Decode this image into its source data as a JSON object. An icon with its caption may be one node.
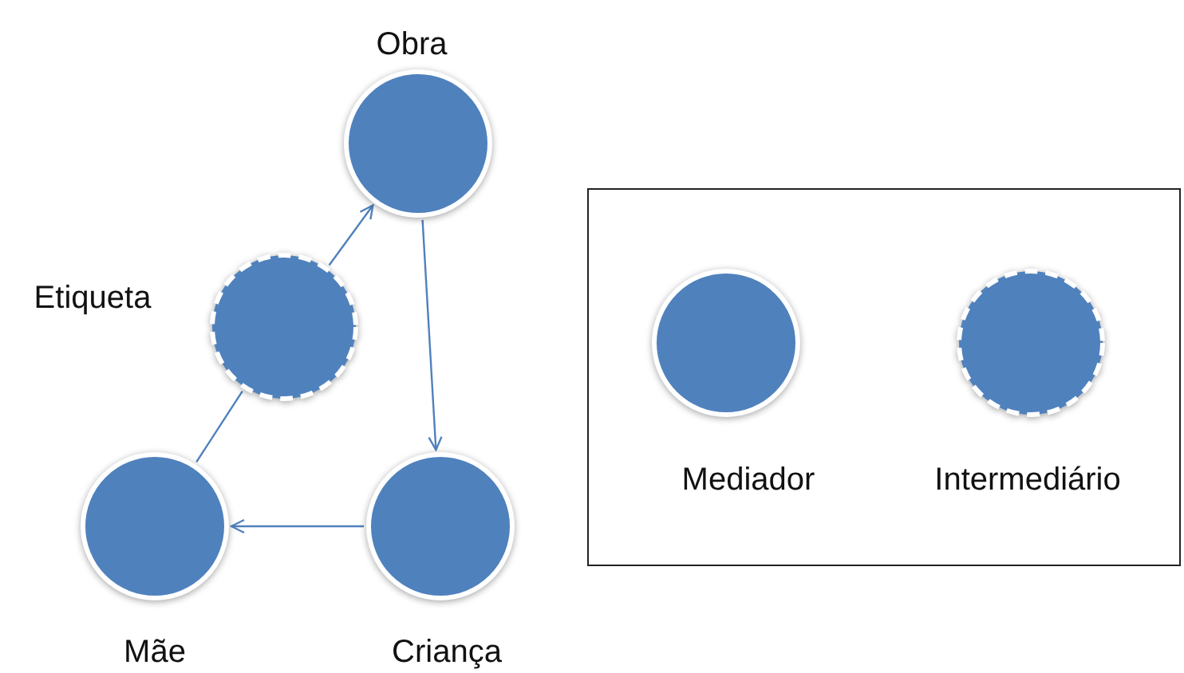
{
  "diagram": {
    "nodes": [
      {
        "text": [
          "Obra"
        ]
      },
      {
        "text": [
          "Etiqueta"
        ]
      },
      {
        "text": [
          "Mãe"
        ]
      },
      {
        "text": [
          "Criança"
        ]
      }
    ],
    "edges": [
      {
        "from": 1,
        "to": 0,
        "arrow": "to"
      },
      {
        "from": 0,
        "to": 3,
        "arrow": "to"
      },
      {
        "from": 3,
        "to": 2,
        "arrow": "to"
      },
      {
        "from": 2,
        "to": 1,
        "arrow": "none"
      }
    ],
    "legend": [
      {
        "text": "Mediador"
      },
      {
        "text": "Intermediário"
      }
    ]
  }
}
